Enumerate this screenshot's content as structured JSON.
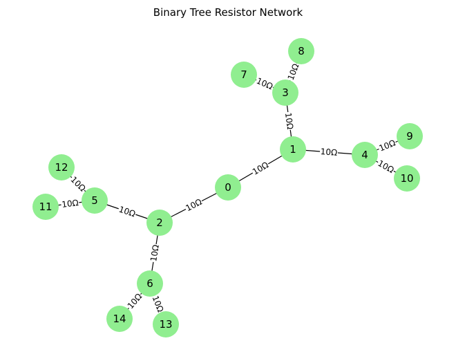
{
  "title": "Binary Tree Resistor Network",
  "colors": {
    "node_fill": "#90ee90",
    "edge": "#000000",
    "label_background": "#ffffff"
  },
  "nodes": [
    {
      "id": "0",
      "label": "0"
    },
    {
      "id": "1",
      "label": "1"
    },
    {
      "id": "2",
      "label": "2"
    },
    {
      "id": "3",
      "label": "3"
    },
    {
      "id": "4",
      "label": "4"
    },
    {
      "id": "5",
      "label": "5"
    },
    {
      "id": "6",
      "label": "6"
    },
    {
      "id": "7",
      "label": "7"
    },
    {
      "id": "8",
      "label": "8"
    },
    {
      "id": "9",
      "label": "9"
    },
    {
      "id": "10",
      "label": "10"
    },
    {
      "id": "11",
      "label": "11"
    },
    {
      "id": "12",
      "label": "12"
    },
    {
      "id": "13",
      "label": "13"
    },
    {
      "id": "14",
      "label": "14"
    }
  ],
  "edges": [
    {
      "from": "0",
      "to": "1",
      "label": "10Ω"
    },
    {
      "from": "0",
      "to": "2",
      "label": "10Ω"
    },
    {
      "from": "1",
      "to": "3",
      "label": "10Ω"
    },
    {
      "from": "1",
      "to": "4",
      "label": "10Ω"
    },
    {
      "from": "2",
      "to": "5",
      "label": "10Ω"
    },
    {
      "from": "2",
      "to": "6",
      "label": "10Ω"
    },
    {
      "from": "3",
      "to": "7",
      "label": "10Ω"
    },
    {
      "from": "3",
      "to": "8",
      "label": "10Ω"
    },
    {
      "from": "4",
      "to": "9",
      "label": "10Ω"
    },
    {
      "from": "4",
      "to": "10",
      "label": "10Ω"
    },
    {
      "from": "5",
      "to": "11",
      "label": "10Ω"
    },
    {
      "from": "5",
      "to": "12",
      "label": "10Ω"
    },
    {
      "from": "6",
      "to": "13",
      "label": "10Ω"
    },
    {
      "from": "6",
      "to": "14",
      "label": "10Ω"
    }
  ]
}
